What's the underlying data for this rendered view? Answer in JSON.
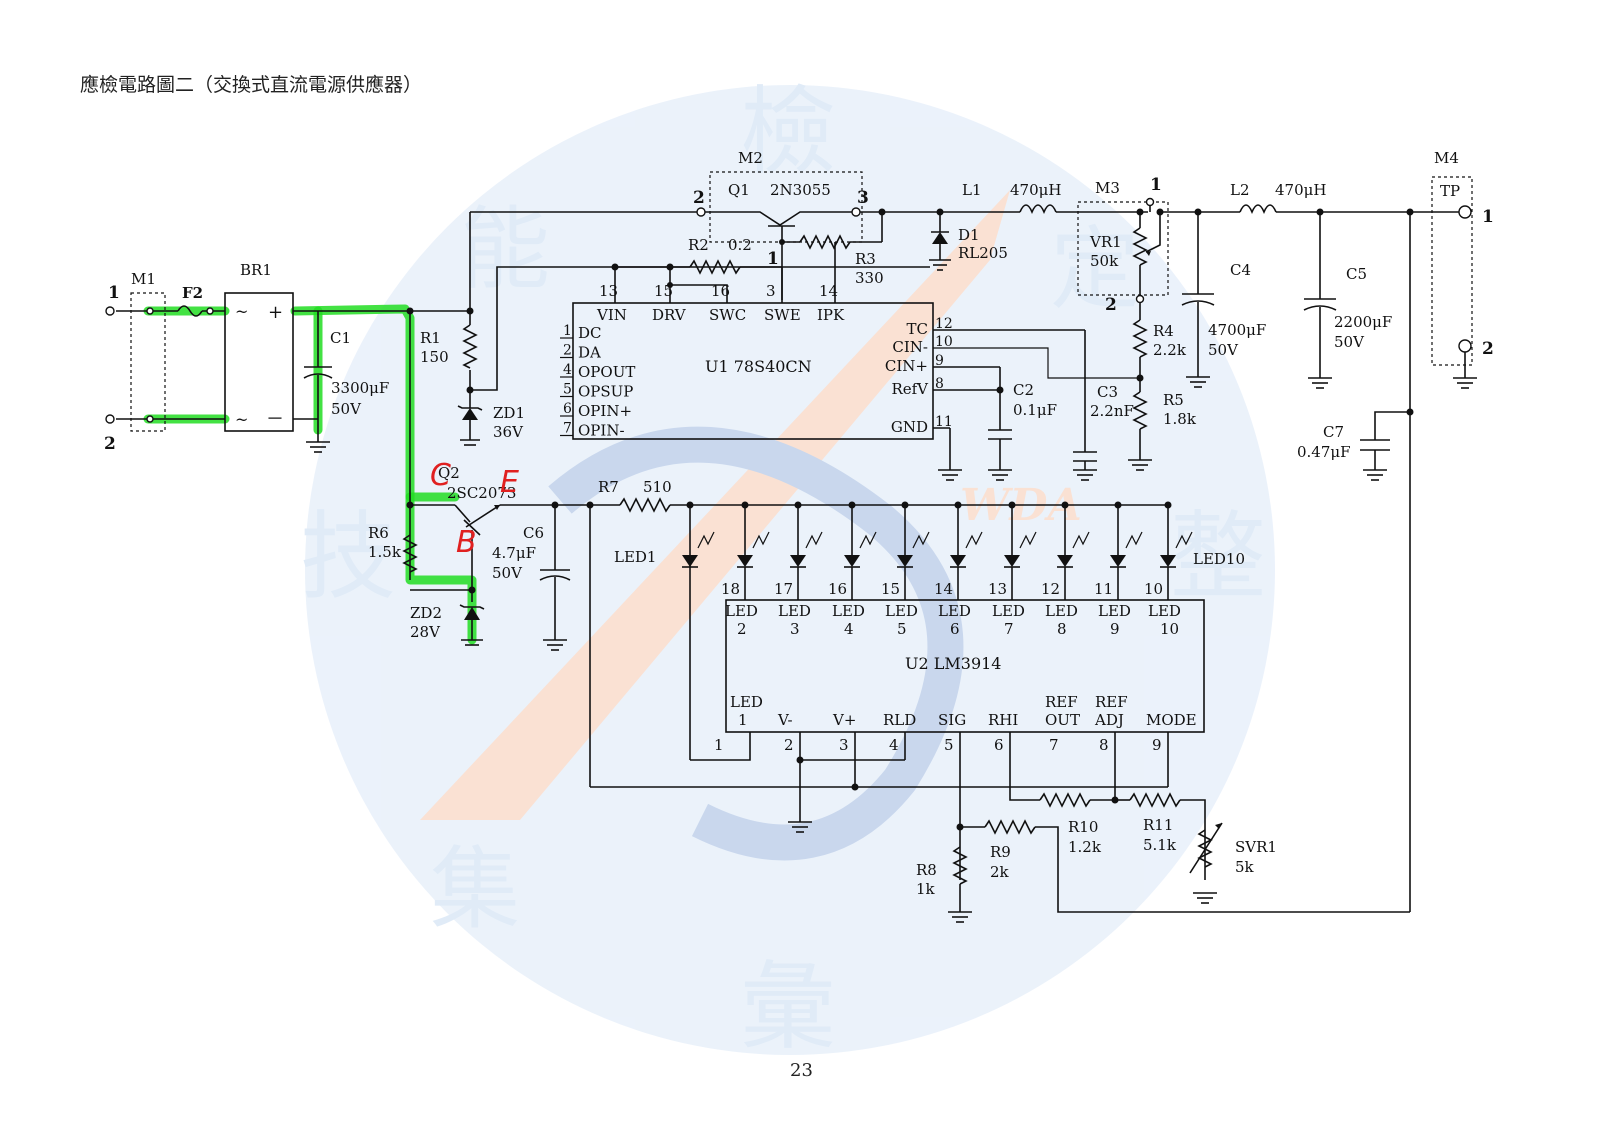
{
  "page": {
    "title": "應檢電路圖二（交換式直流電源供應器）",
    "number": "23"
  },
  "watermark": {
    "chars": [
      "檢",
      "定",
      "技",
      "能",
      "彙",
      "集",
      "整"
    ],
    "logo_text": "WDA",
    "colors": {
      "blue": "#c8dcf2",
      "orange": "#f6c9b0"
    }
  },
  "modules": {
    "m1": {
      "name": "M1",
      "pin1": "1",
      "pin2": "2"
    },
    "m2": {
      "name": "M2",
      "pin2": "2",
      "pin3": "3",
      "pin1": "1"
    },
    "m3": {
      "name": "M3",
      "pin1": "1",
      "pin2": "2"
    },
    "m4": {
      "name": "M4",
      "inner": "TP",
      "pin1": "1",
      "pin2": "2"
    }
  },
  "components": {
    "f2": "F2",
    "br1": "BR1",
    "br1_plus": "+",
    "br1_minus": "－",
    "br1_ac": "~",
    "c1": {
      "name": "C1",
      "value": "3300μF",
      "voltage": "50V"
    },
    "r1": {
      "name": "R1",
      "value": "150"
    },
    "zd1": {
      "name": "ZD1",
      "value": "36V"
    },
    "q1": {
      "name": "Q1",
      "part": "2N3055"
    },
    "r2": {
      "name": "R2",
      "value": "0.2"
    },
    "r3": {
      "name": "R3",
      "value": "330"
    },
    "l1": {
      "name": "L1",
      "value": "470μH"
    },
    "d1": {
      "name": "D1",
      "part": "RL205"
    },
    "vr1": {
      "name": "VR1",
      "value": "50k"
    },
    "l2": {
      "name": "L2",
      "value": "470μH"
    },
    "c4": {
      "name": "C4",
      "value": "4700μF",
      "voltage": "50V"
    },
    "c5": {
      "name": "C5",
      "value": "2200μF",
      "voltage": "50V"
    },
    "r4": {
      "name": "R4",
      "value": "2.2k"
    },
    "r5": {
      "name": "R5",
      "value": "1.8k"
    },
    "c2": {
      "name": "C2",
      "value": "0.1μF"
    },
    "c3": {
      "name": "C3",
      "value": "2.2nF"
    },
    "c7": {
      "name": "C7",
      "value": "0.47μF"
    },
    "q2": {
      "name": "Q2",
      "part": "2SC2073"
    },
    "r6": {
      "name": "R6",
      "value": "1.5k"
    },
    "c6": {
      "name": "C6",
      "value": "4.7μF",
      "voltage": "50V"
    },
    "zd2": {
      "name": "ZD2",
      "value": "28V"
    },
    "r7": {
      "name": "R7",
      "value": "510"
    },
    "led1": "LED1",
    "led10": "LED10",
    "r8": {
      "name": "R8",
      "value": "1k"
    },
    "r9": {
      "name": "R9",
      "value": "2k"
    },
    "r10": {
      "name": "R10",
      "value": "1.2k"
    },
    "r11": {
      "name": "R11",
      "value": "5.1k"
    },
    "svr1": {
      "name": "SVR1",
      "value": "5k"
    }
  },
  "u1": {
    "label": "U1 78S40CN",
    "top_pins": [
      {
        "num": "13",
        "name": "VIN"
      },
      {
        "num": "15",
        "name": "DRV"
      },
      {
        "num": "16",
        "name": "SWC"
      },
      {
        "num": "3",
        "name": "SWE"
      },
      {
        "num": "14",
        "name": "IPK"
      }
    ],
    "left_pins": [
      {
        "num": "1",
        "name": "DC"
      },
      {
        "num": "2",
        "name": "DA"
      },
      {
        "num": "4",
        "name": "OPOUT"
      },
      {
        "num": "5",
        "name": "OPSUP"
      },
      {
        "num": "6",
        "name": "OPIN+"
      },
      {
        "num": "7",
        "name": "OPIN-"
      }
    ],
    "right_pins": [
      {
        "num": "12",
        "name": "TC"
      },
      {
        "num": "10",
        "name": "CIN-"
      },
      {
        "num": "9",
        "name": "CIN+"
      },
      {
        "num": "8",
        "name": "RefV"
      },
      {
        "num": "11",
        "name": "GND"
      }
    ]
  },
  "u2": {
    "label": "U2 LM3914",
    "top_pins": [
      {
        "num": "18",
        "name": "LED",
        "sub": "2"
      },
      {
        "num": "17",
        "name": "LED",
        "sub": "3"
      },
      {
        "num": "16",
        "name": "LED",
        "sub": "4"
      },
      {
        "num": "15",
        "name": "LED",
        "sub": "5"
      },
      {
        "num": "14",
        "name": "LED",
        "sub": "6"
      },
      {
        "num": "13",
        "name": "LED",
        "sub": "7"
      },
      {
        "num": "12",
        "name": "LED",
        "sub": "8"
      },
      {
        "num": "11",
        "name": "LED",
        "sub": "9"
      },
      {
        "num": "10",
        "name": "LED",
        "sub": "10"
      }
    ],
    "bottom_pins": [
      {
        "num": "1",
        "name": "LED",
        "sub": "1"
      },
      {
        "num": "2",
        "name": "V-",
        "sub": ""
      },
      {
        "num": "3",
        "name": "V+",
        "sub": ""
      },
      {
        "num": "4",
        "name": "RLD",
        "sub": ""
      },
      {
        "num": "5",
        "name": "SIG",
        "sub": ""
      },
      {
        "num": "6",
        "name": "RHI",
        "sub": ""
      },
      {
        "num": "7",
        "name": "REF",
        "sub": "OUT"
      },
      {
        "num": "8",
        "name": "REF",
        "sub": "ADJ"
      },
      {
        "num": "9",
        "name": "MODE",
        "sub": ""
      }
    ]
  },
  "handwriting": {
    "c": "C",
    "e": "E",
    "b": "B",
    "color": "#e02020"
  },
  "highlight_color": "#22dd22"
}
